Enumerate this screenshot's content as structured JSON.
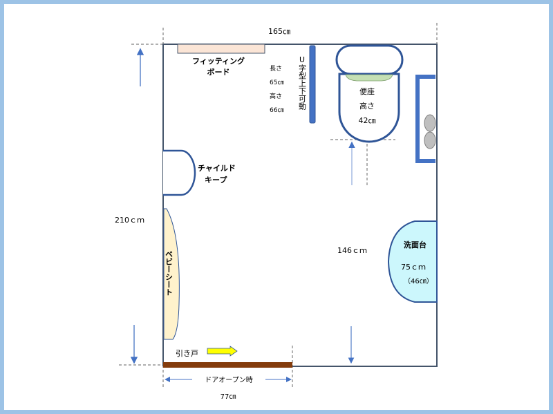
{
  "dimensions": {
    "width_top": "165㎝",
    "height_left": "210ｃｍ",
    "toilet_to_door": "146ｃｍ",
    "door_open_label": "ドアオープン時",
    "door_open_width": "77㎝"
  },
  "fitting_board": {
    "line1": "フィッティング",
    "line2": "ボード"
  },
  "grab_bar": {
    "length_label": "長さ",
    "length_value": "65㎝",
    "height_label": "高さ",
    "height_value": "66㎝",
    "type": "U字型上下可動"
  },
  "toilet": {
    "line1": "便座",
    "line2": "高さ",
    "line3": "42㎝"
  },
  "child_keep": {
    "line1": "チャイルド",
    "line2": "キープ"
  },
  "baby_seat": {
    "label": "ベビーシート"
  },
  "sink": {
    "label": "洗面台",
    "height": "75ｃｍ",
    "sub_height": "（46㎝）"
  },
  "door": {
    "label": "引き戸"
  },
  "colors": {
    "wall": "#2F5597",
    "bar": "#4472C4",
    "door": "#843C0C",
    "board": "#FBE5D6",
    "baby_seat": "#FFF2CC",
    "sink": "#CCF7FC",
    "seat": "#C5E0B4",
    "arrow": "#FFFF00"
  }
}
